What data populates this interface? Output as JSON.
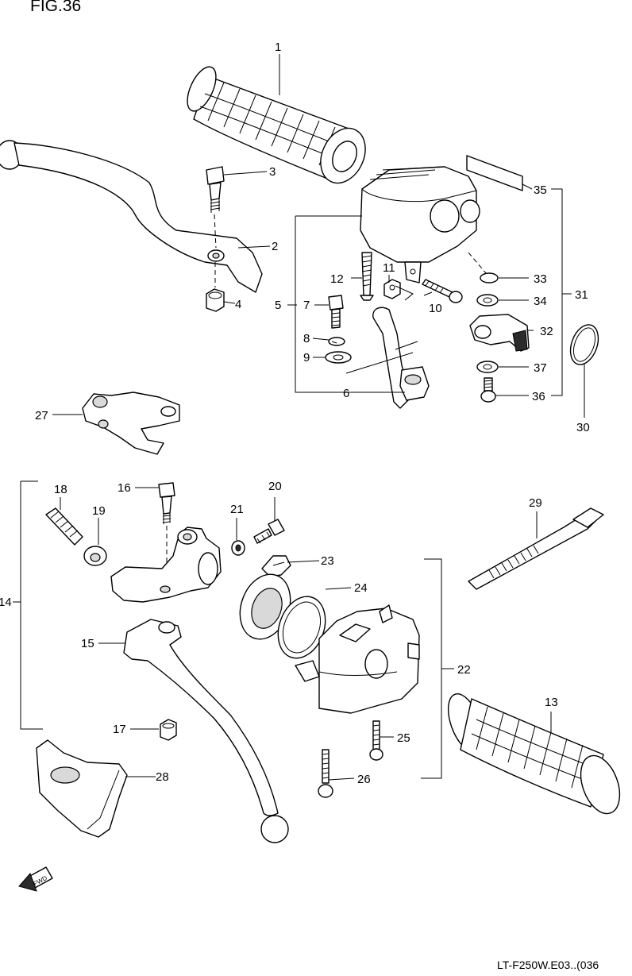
{
  "figure": {
    "title": "FIG.36",
    "footer": "LT-F250W.E03..(036"
  },
  "fwd_label": "FWD",
  "callouts": [
    {
      "key": "c1",
      "label": "1"
    },
    {
      "key": "c2",
      "label": "2"
    },
    {
      "key": "c3",
      "label": "3"
    },
    {
      "key": "c4",
      "label": "4"
    },
    {
      "key": "c5",
      "label": "5"
    },
    {
      "key": "c6",
      "label": "6"
    },
    {
      "key": "c7",
      "label": "7"
    },
    {
      "key": "c8",
      "label": "8"
    },
    {
      "key": "c9",
      "label": "9"
    },
    {
      "key": "c10",
      "label": "10"
    },
    {
      "key": "c11",
      "label": "11"
    },
    {
      "key": "c12",
      "label": "12"
    },
    {
      "key": "c13",
      "label": "13"
    },
    {
      "key": "c14",
      "label": "14"
    },
    {
      "key": "c15",
      "label": "15"
    },
    {
      "key": "c16",
      "label": "16"
    },
    {
      "key": "c17",
      "label": "17"
    },
    {
      "key": "c18",
      "label": "18"
    },
    {
      "key": "c19",
      "label": "19"
    },
    {
      "key": "c20",
      "label": "20"
    },
    {
      "key": "c21",
      "label": "21"
    },
    {
      "key": "c22",
      "label": "22"
    },
    {
      "key": "c23",
      "label": "23"
    },
    {
      "key": "c24",
      "label": "24"
    },
    {
      "key": "c25",
      "label": "25"
    },
    {
      "key": "c26",
      "label": "26"
    },
    {
      "key": "c27",
      "label": "27"
    },
    {
      "key": "c28",
      "label": "28"
    },
    {
      "key": "c29",
      "label": "29"
    },
    {
      "key": "c30",
      "label": "30"
    },
    {
      "key": "c31",
      "label": "31"
    },
    {
      "key": "c32",
      "label": "32"
    },
    {
      "key": "c33",
      "label": "33"
    },
    {
      "key": "c34",
      "label": "34"
    },
    {
      "key": "c35",
      "label": "35"
    },
    {
      "key": "c36",
      "label": "36"
    },
    {
      "key": "c37",
      "label": "37"
    }
  ]
}
